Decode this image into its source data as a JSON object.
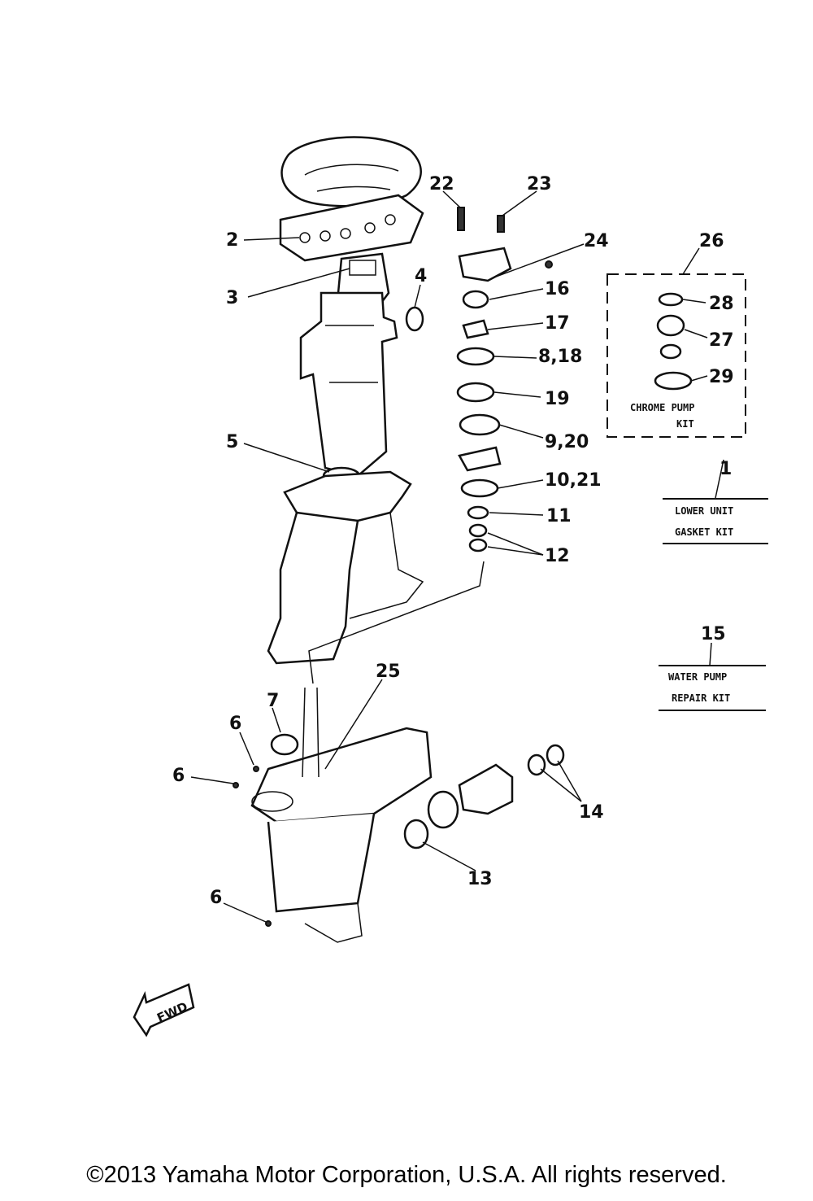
{
  "diagram": {
    "callouts": [
      {
        "id": "c1",
        "text": "1"
      },
      {
        "id": "c2",
        "text": "2"
      },
      {
        "id": "c3",
        "text": "3"
      },
      {
        "id": "c4",
        "text": "4"
      },
      {
        "id": "c5",
        "text": "5"
      },
      {
        "id": "c6a",
        "text": "6"
      },
      {
        "id": "c6b",
        "text": "6"
      },
      {
        "id": "c6c",
        "text": "6"
      },
      {
        "id": "c7",
        "text": "7"
      },
      {
        "id": "c8",
        "text": "8,18"
      },
      {
        "id": "c9",
        "text": "9,20"
      },
      {
        "id": "c10",
        "text": "10,21"
      },
      {
        "id": "c11",
        "text": "11"
      },
      {
        "id": "c12",
        "text": "12"
      },
      {
        "id": "c13",
        "text": "13"
      },
      {
        "id": "c14",
        "text": "14"
      },
      {
        "id": "c15",
        "text": "15"
      },
      {
        "id": "c16",
        "text": "16"
      },
      {
        "id": "c17",
        "text": "17"
      },
      {
        "id": "c19",
        "text": "19"
      },
      {
        "id": "c22",
        "text": "22"
      },
      {
        "id": "c23",
        "text": "23"
      },
      {
        "id": "c24",
        "text": "24"
      },
      {
        "id": "c25",
        "text": "25"
      },
      {
        "id": "c26",
        "text": "26"
      },
      {
        "id": "c27",
        "text": "27"
      },
      {
        "id": "c28",
        "text": "28"
      },
      {
        "id": "c29",
        "text": "29"
      }
    ],
    "kits": {
      "chrome_pump": {
        "line1": "CHROME PUMP",
        "line2": "KIT"
      },
      "lower_unit": {
        "line1": "LOWER UNIT",
        "line2": "GASKET KIT"
      },
      "water_pump": {
        "line1": "WATER PUMP",
        "line2": "REPAIR KIT"
      }
    },
    "fwd_label": "FWD"
  },
  "copyright": "©2013 Yamaha Motor Corporation, U.S.A. All rights reserved."
}
